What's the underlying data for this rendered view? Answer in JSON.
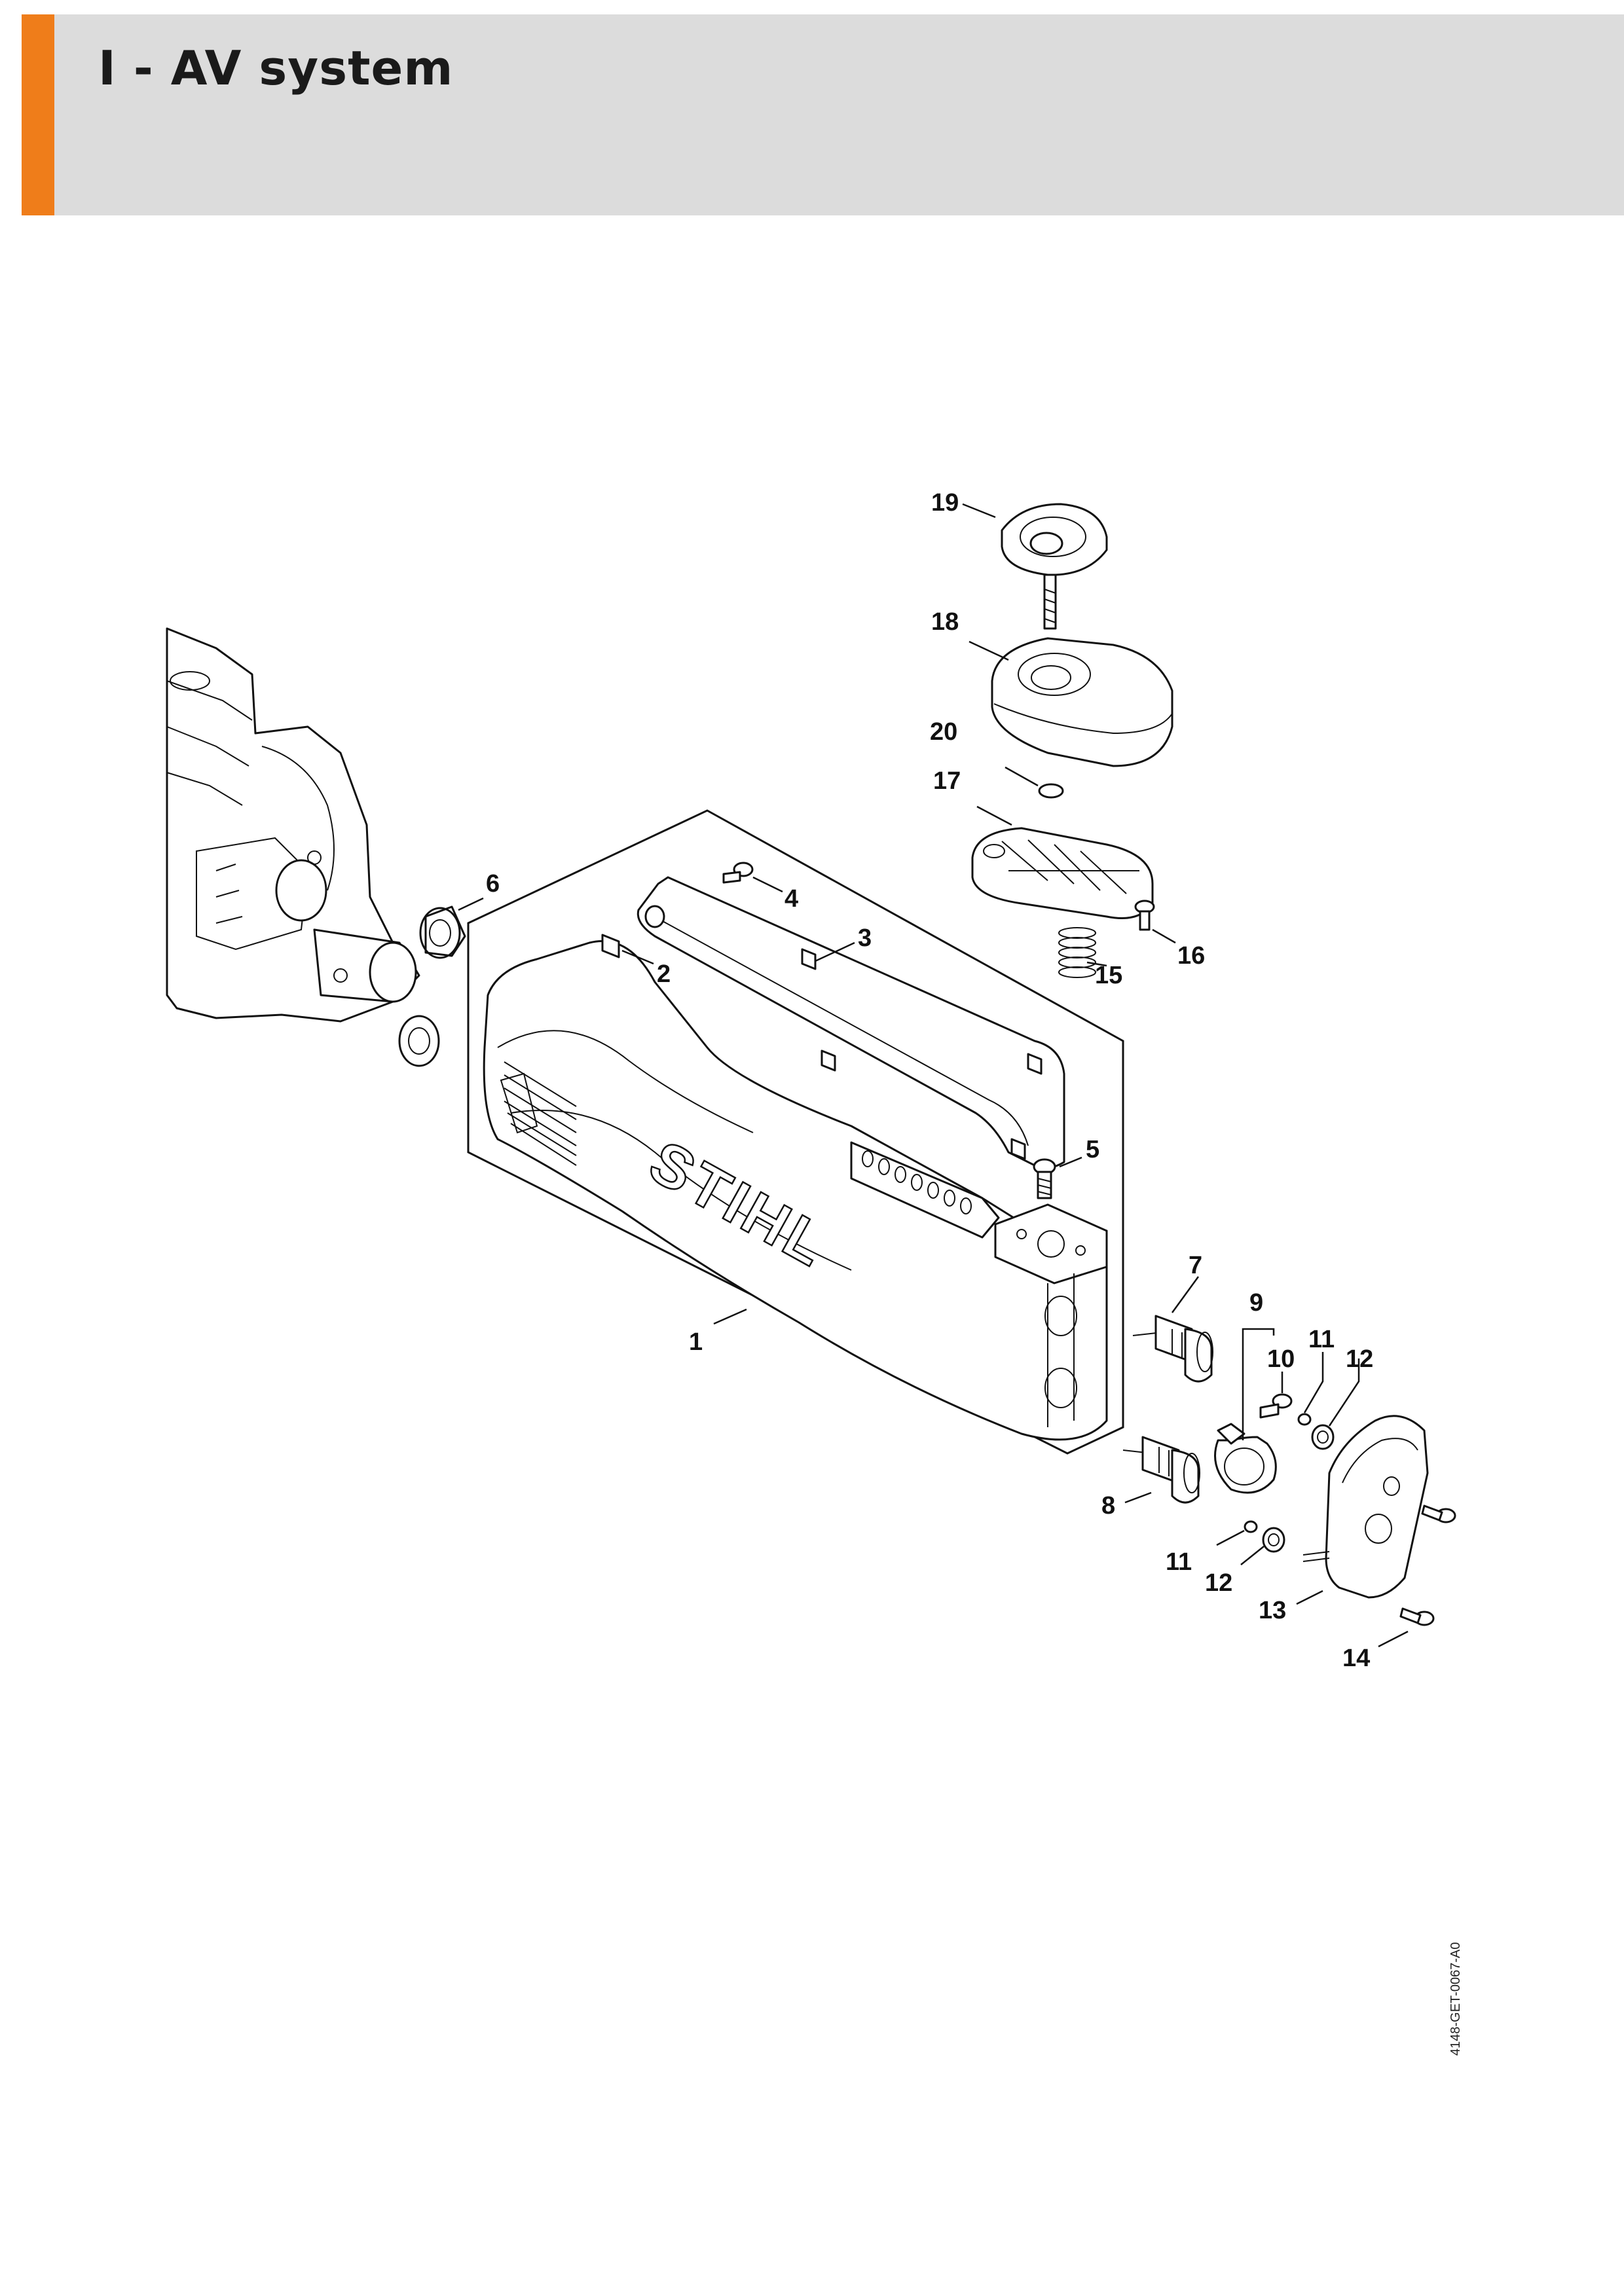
{
  "header": {
    "title": "I - AV system",
    "accent_color": "#ef7d1a",
    "band_color": "#dcdcdc"
  },
  "diagram": {
    "callouts": {
      "c1": "1",
      "c2": "2",
      "c3": "3",
      "c4": "4",
      "c5": "5",
      "c6": "6",
      "c7": "7",
      "c8": "8",
      "c9": "9",
      "c10": "10",
      "c11a": "11",
      "c11b": "11",
      "c12a": "12",
      "c12b": "12",
      "c13": "13",
      "c14": "14",
      "c15": "15",
      "c16": "16",
      "c17": "17",
      "c18": "18",
      "c19": "19",
      "c20": "20"
    },
    "logo_text": "STIHL",
    "drawing_code": "4148-GET-0067-A0"
  }
}
